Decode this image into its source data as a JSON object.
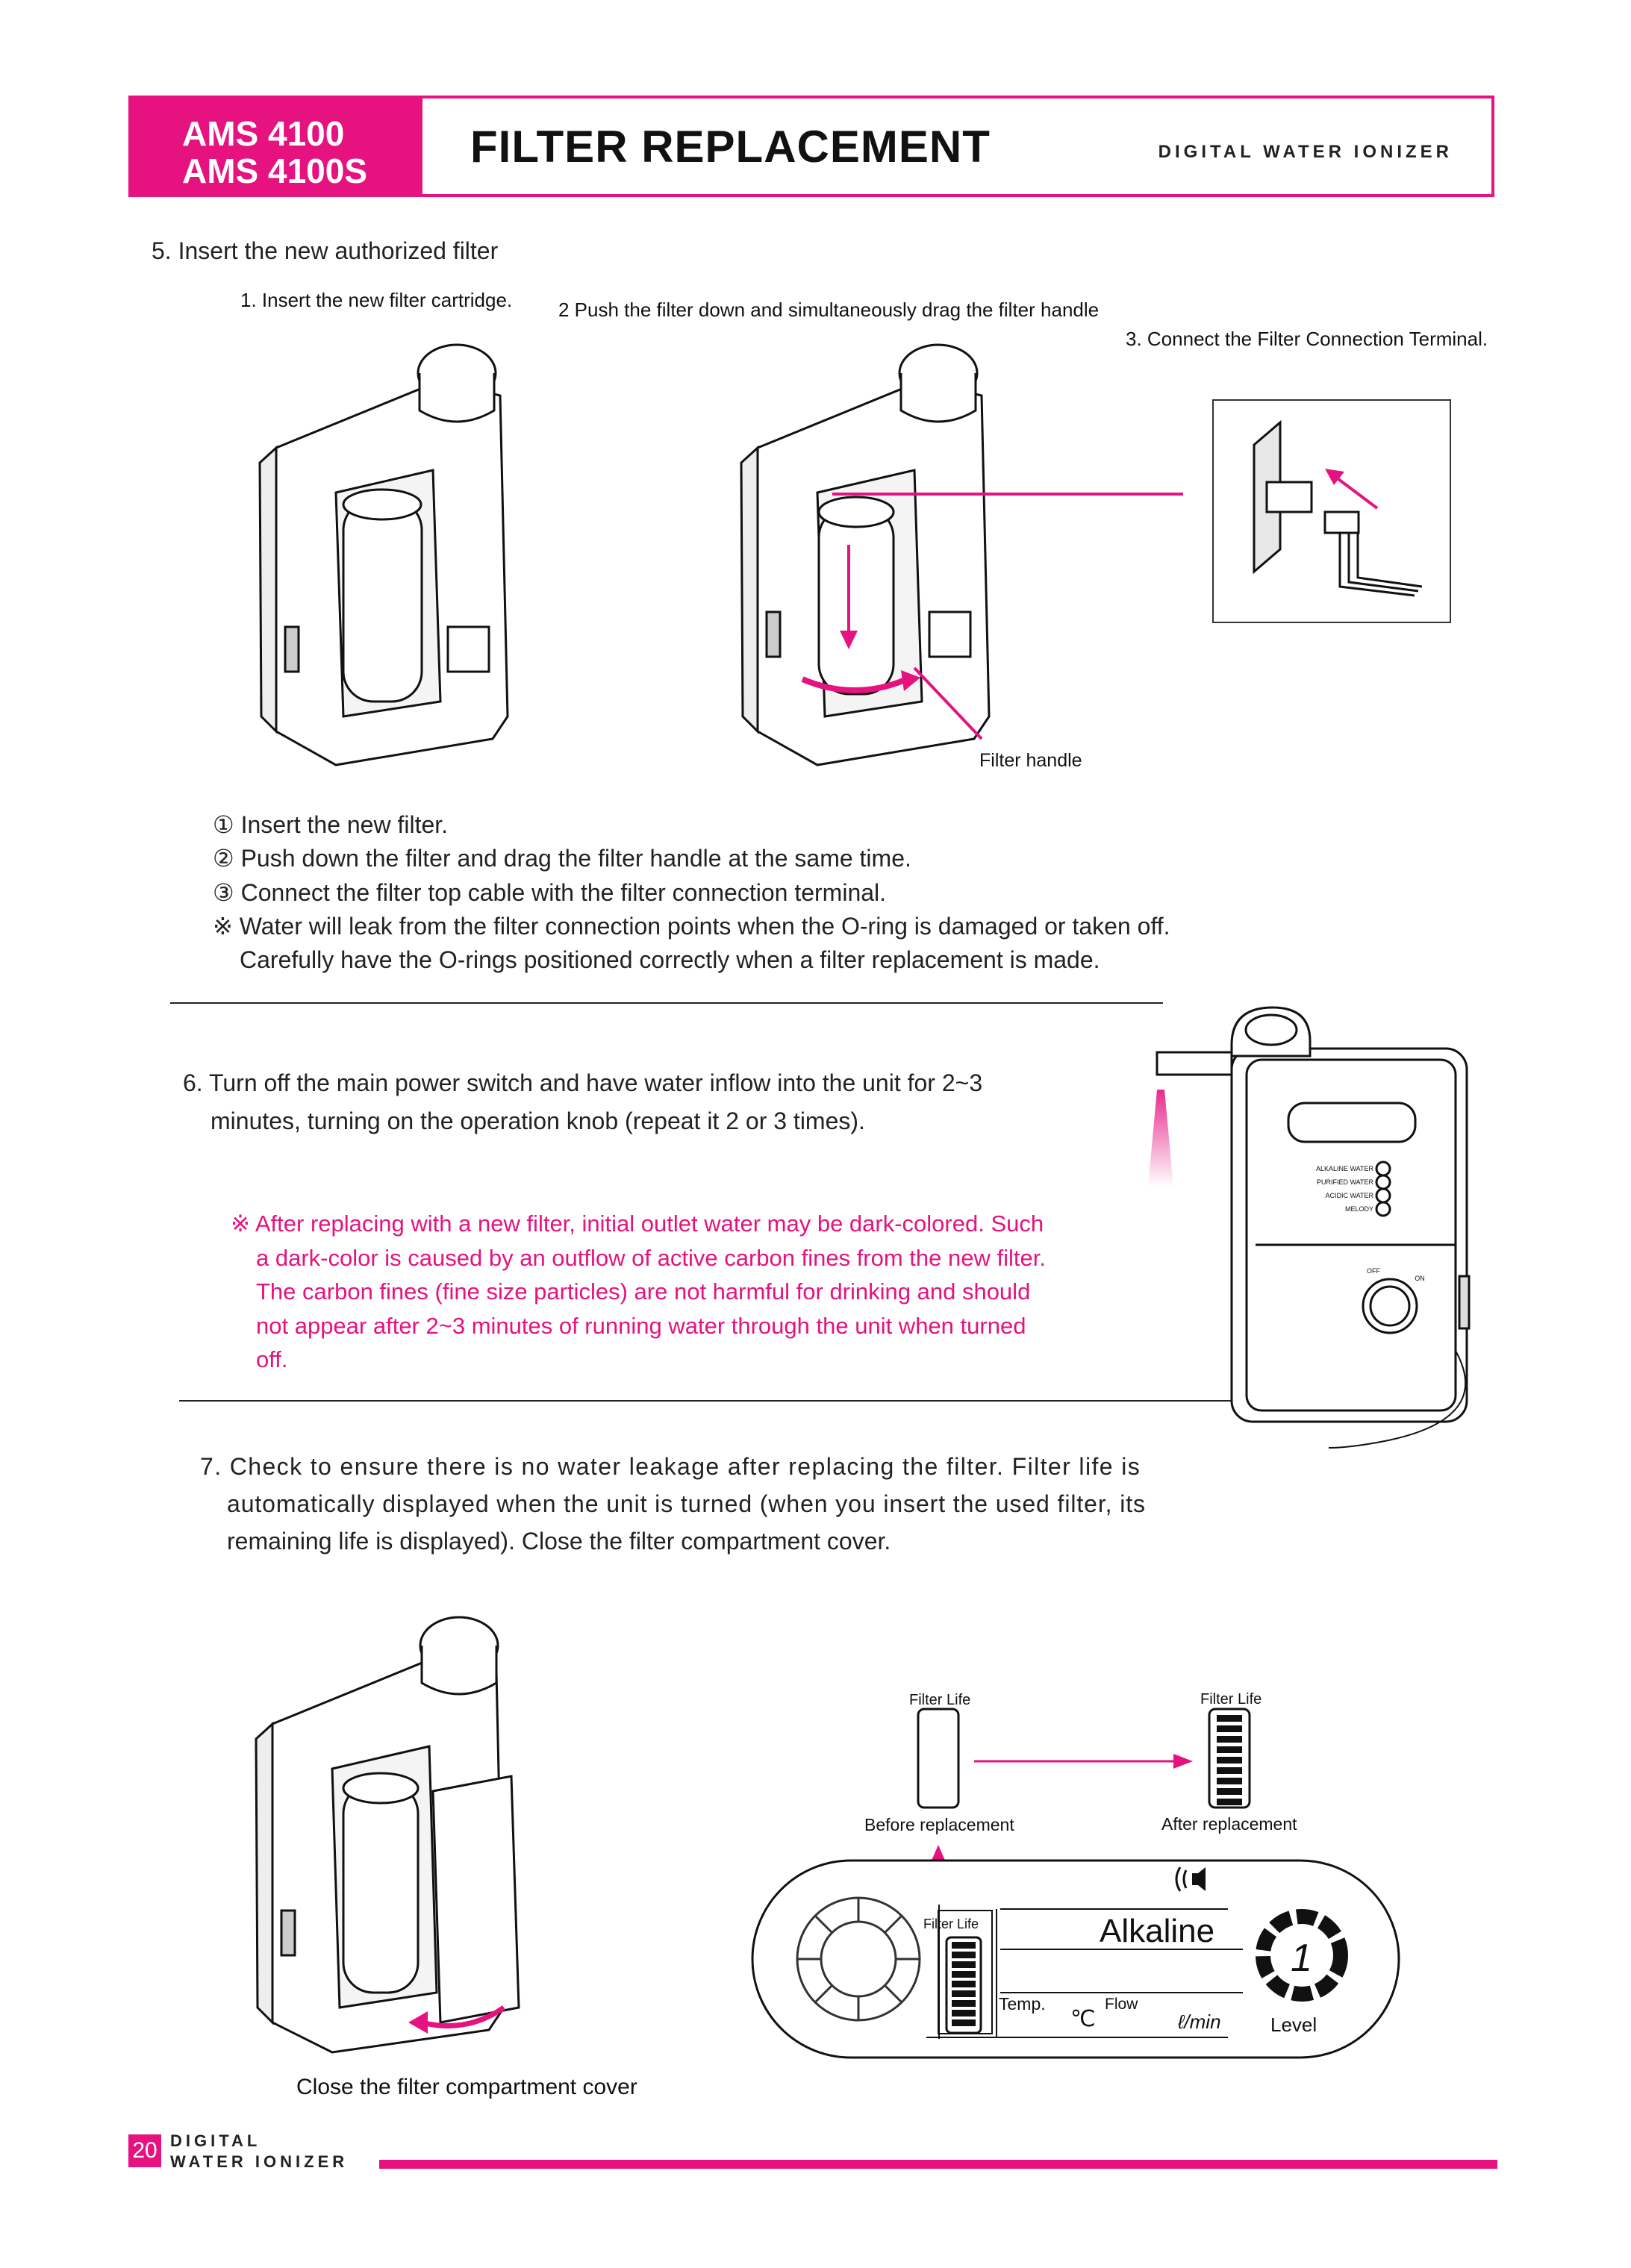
{
  "header": {
    "model_line1": "AMS 4100",
    "model_line2": "AMS 4100S",
    "title": "FILTER REPLACEMENT",
    "subtitle": "DIGITAL WATER IONIZER"
  },
  "step5": {
    "heading": "5. Insert the new authorized filter",
    "sub1": "1. Insert the new filter cartridge.",
    "sub2": "2  Push the filter down and simultaneously drag the filter handle",
    "sub3": "3. Connect the Filter Connection Terminal.",
    "filter_handle_label": "Filter handle",
    "notes": [
      "① Insert the new filter.",
      "② Push down the filter and drag the filter handle at the same time.",
      "③ Connect the filter top cable with the filter connection terminal.",
      "※ Water will leak from the filter connection points when the O-ring is damaged or taken off.",
      "Carefully have the O-rings positioned correctly when a filter replacement is made."
    ]
  },
  "step6": {
    "line1": "6. Turn off the main power switch and have water inflow into the unit for 2~3",
    "line2": "minutes, turning on the operation knob (repeat it 2 or 3 times).",
    "warning": [
      "※ After replacing with a new filter, initial outlet water may be dark-colored. Such",
      "a dark-color is caused by an outflow of active carbon fines from the new filter.",
      "The carbon fines (fine size particles) are not harmful for drinking and should",
      "not appear after 2~3 minutes of running water through the unit when turned",
      "off."
    ],
    "device_labels": {
      "alkaline": "ALKALINE WATER",
      "purified": "PURIFIED WATER",
      "acidic": "ACIDIC WATER",
      "melody": "MELODY",
      "off": "OFF",
      "on": "ON"
    }
  },
  "step7": {
    "line1": "7. Check to ensure there is no water leakage after replacing the filter. Filter life is",
    "line2": "automatically displayed when the unit is turned (when you insert the used filter, its",
    "line3": "remaining life is displayed). Close the filter compartment cover.",
    "cover_caption": "Close the filter compartment cover",
    "filter_life_before_title": "Filter Life",
    "filter_life_after_title": "Filter Life",
    "before_label": "Before replacement",
    "after_label": "After replacement",
    "display": {
      "filter_life": "Filter Life",
      "mode": "Alkaline",
      "temp": "Temp.",
      "temp_unit": "℃",
      "flow": "Flow",
      "flow_unit": "ℓ/min",
      "level": "Level",
      "level_digit": "1"
    }
  },
  "footer": {
    "page_number": "20",
    "line1": "DIGITAL",
    "line2": "WATER IONIZER"
  },
  "colors": {
    "accent": "#e5127f",
    "text": "#222222"
  }
}
